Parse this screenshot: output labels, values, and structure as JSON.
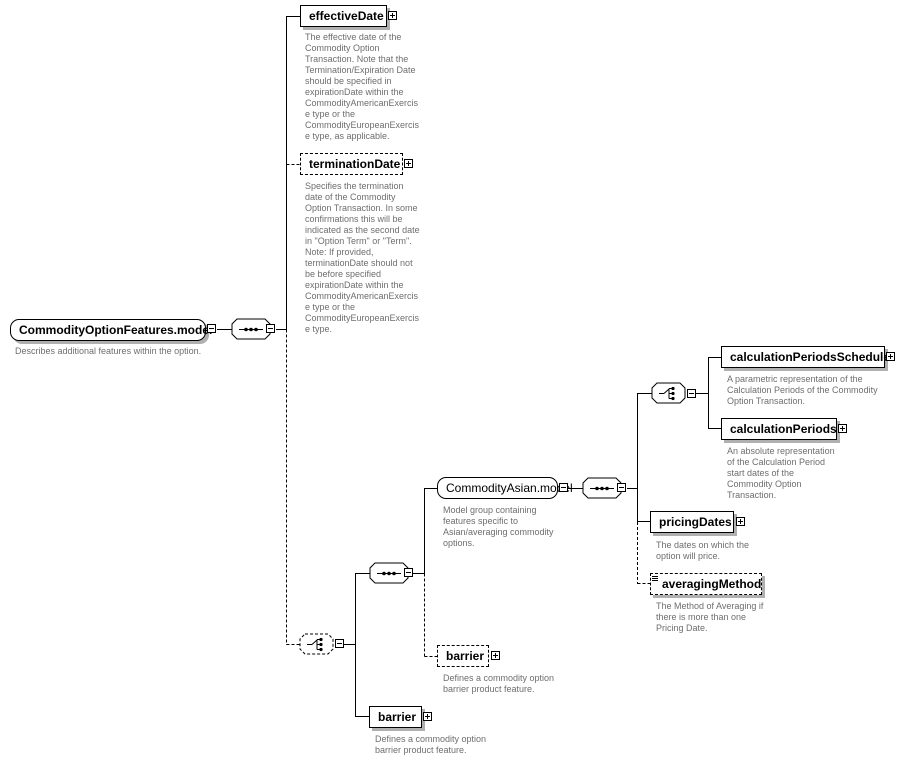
{
  "root": {
    "label": "CommodityOptionFeatures.model",
    "description": [
      "Describes additional features within the option."
    ]
  },
  "effectiveDate": {
    "label": "effectiveDate",
    "description": [
      "The effective date of the",
      "Commodity Option",
      "Transaction. Note that the",
      "Termination/Expiration Date",
      "should be specified in",
      "expirationDate within the",
      "CommodityAmericanExercis",
      "e type or the",
      "CommodityEuropeanExercis",
      "e type, as applicable."
    ]
  },
  "terminationDate": {
    "label": "terminationDate",
    "description": [
      "Specifies the termination",
      "date of the Commodity",
      "Option Transaction. In some",
      "confirmations this will be",
      "indicated as the second date",
      "in \"Option Term\" or \"Term\".",
      "Note: If provided,",
      "terminationDate should not",
      "be before specified",
      "expirationDate within the",
      "CommodityAmericanExercis",
      "e type or the",
      "CommodityEuropeanExercis",
      "e type."
    ]
  },
  "asianModel": {
    "label": "CommodityAsian.model",
    "description": [
      "Model group containing",
      "features specific to",
      "Asian/averaging commodity",
      "options."
    ]
  },
  "calculationPeriodsSchedule": {
    "label": "calculationPeriodsSchedule",
    "description": [
      "A parametric representation of the",
      "Calculation Periods of the Commodity",
      "Option Transaction."
    ]
  },
  "calculationPeriods": {
    "label": "calculationPeriods",
    "description": [
      "An absolute representation",
      "of the Calculation Period",
      "start dates of the",
      "Commodity Option",
      "Transaction."
    ]
  },
  "pricingDates": {
    "label": "pricingDates",
    "description": [
      "The dates on which the",
      "option will price."
    ]
  },
  "averagingMethod": {
    "label": "averagingMethod",
    "description": [
      "The Method of Averaging if",
      "there is more than one",
      "Pricing Date."
    ]
  },
  "barrierOptional": {
    "label": "barrier",
    "description": [
      "Defines a commodity option",
      "barrier product feature."
    ]
  },
  "barrier": {
    "label": "barrier",
    "description": [
      "Defines a commodity option",
      "barrier product feature."
    ]
  },
  "icons": [
    "plus-icon",
    "minus-icon",
    "sequence-icon",
    "choice-icon",
    "simple-type-icon"
  ],
  "colors": {
    "line": "#000000",
    "description": "#6e6e6e",
    "shadow": "#b0b0b0"
  }
}
